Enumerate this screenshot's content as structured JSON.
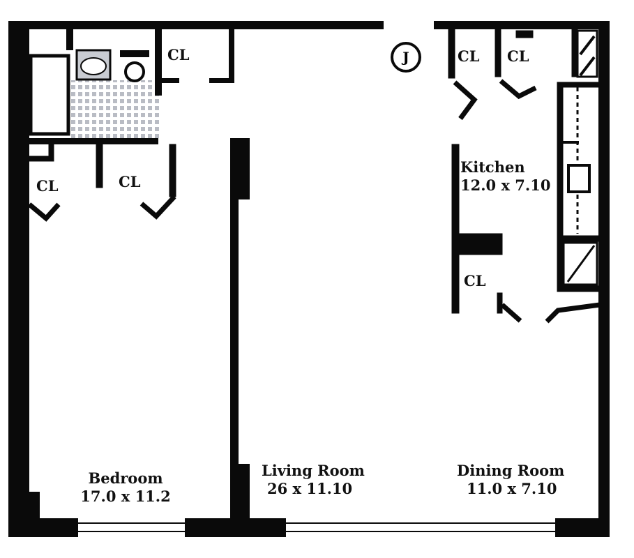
{
  "rooms": {
    "bedroom": {
      "name": "Bedroom",
      "dims": "17.0 x 11.2"
    },
    "living": {
      "name": "Living Room",
      "dims": "26 x 11.10"
    },
    "dining": {
      "name": "Dining Room",
      "dims": "11.0 x 7.10"
    },
    "kitchen": {
      "name": "Kitchen",
      "dims": "12.0 x 7.10"
    }
  },
  "closet_label": "CL",
  "entry_marker": "J",
  "colors": {
    "wall": "#0a0a0a",
    "tile": "#b9bcc4",
    "background": "#ffffff"
  }
}
